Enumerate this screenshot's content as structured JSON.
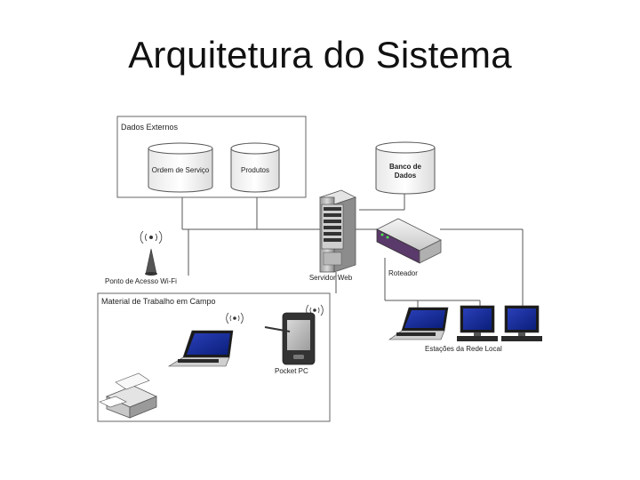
{
  "title": "Arquitetura do Sistema",
  "diagram": {
    "external_group": {
      "label": "Dados Externos",
      "db_order": "Ordem de Serviço",
      "db_products": "Produtos"
    },
    "database": {
      "label_line1": "Banco de",
      "label_line2": "Dados"
    },
    "web_server": {
      "label": "Servidor Web"
    },
    "router": {
      "label": "Roteador"
    },
    "wifi_ap": {
      "label": "Ponto de Acesso Wi-Fi"
    },
    "field_group": {
      "label": "Material de Trabalho em Campo",
      "pocket_pc": "Pocket PC"
    },
    "local_network": {
      "label": "Estações da Rede Local"
    },
    "icons": [
      "database-icon",
      "server-icon",
      "router-icon",
      "wifi-antenna-icon",
      "laptop-icon",
      "pda-icon",
      "printer-icon",
      "desktop-icon",
      "wireless-signal-icon"
    ]
  }
}
